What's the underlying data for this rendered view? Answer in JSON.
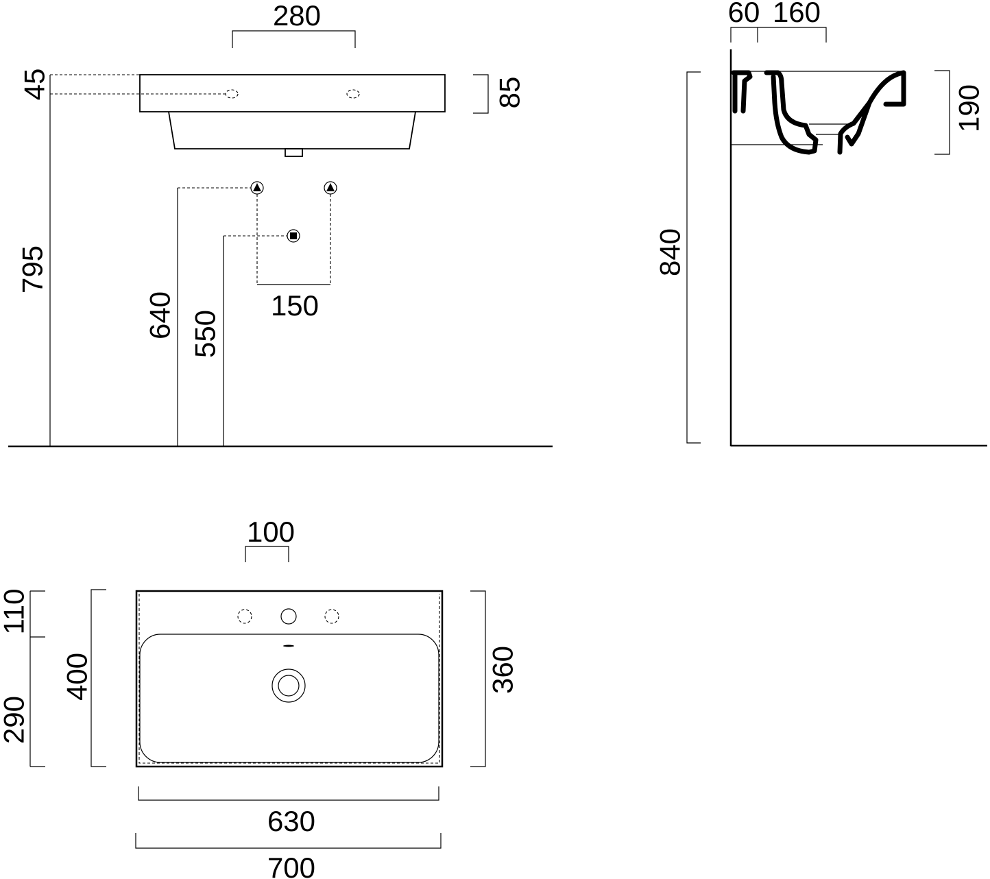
{
  "front_view": {
    "dims": {
      "tap_spacing": "280",
      "top_offset": "45",
      "rim_height": "85",
      "overflow_height": "795",
      "supply_height": "640",
      "waste_height": "550",
      "supply_spacing": "150"
    }
  },
  "side_view": {
    "dims": {
      "wall_gap": "60",
      "tap_offset": "160",
      "depth": "190",
      "total_height": "840"
    }
  },
  "top_view": {
    "dims": {
      "hole_spacing": "100",
      "rear_deck": "110",
      "bowl_depth": "290",
      "total_depth": "400",
      "inner_depth": "360",
      "bowl_width": "630",
      "total_width": "700"
    }
  }
}
